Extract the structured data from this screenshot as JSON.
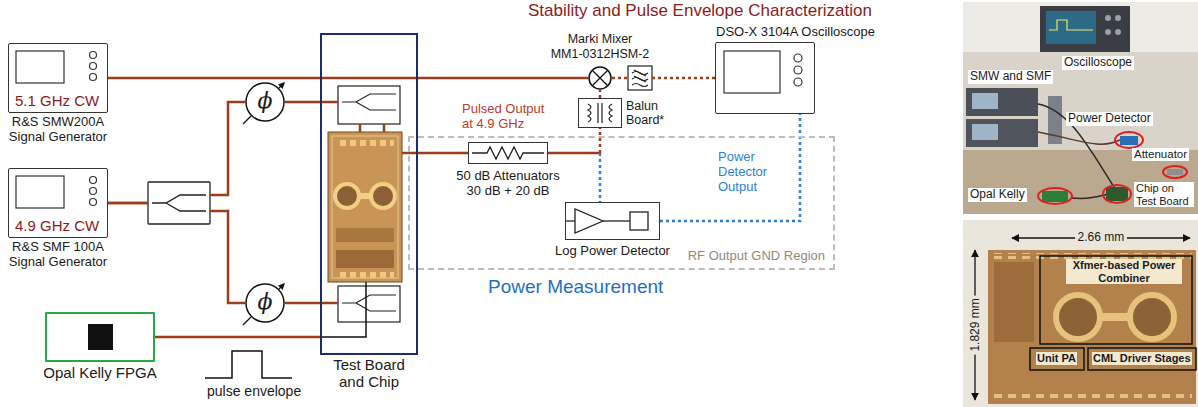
{
  "diagram": {
    "title": "Stability and Pulse Envelope Characterization",
    "nodes": [
      {
        "text": [
          "5.1 GHz CW",
          "R&S SMW200A Signal Generator"
        ]
      },
      {
        "text": [
          "4.9 GHz CW",
          "R&S SMF 100A Signal Generator"
        ]
      },
      {
        "text": [
          "ϕ"
        ]
      },
      {
        "text": [
          "ϕ"
        ]
      },
      {
        "text": [
          "Opal Kelly FPGA"
        ]
      },
      {
        "text": [
          "Test Board and Chip"
        ]
      },
      {
        "text": [
          "Marki Mixer",
          "MM1-0312HSM-2"
        ]
      },
      {
        "text": [
          "DSO-X 3104A Oscilloscope"
        ]
      },
      {
        "text": [
          "Balun Board*"
        ]
      },
      {
        "text": [
          "RF Output GND Region"
        ]
      },
      {
        "text": [
          "50 dB Attenuators 30 dB + 20 dB"
        ],
        "in": 9
      },
      {
        "text": [
          "Log Power Detector"
        ],
        "in": 9
      }
    ],
    "edges": [
      {
        "from": 0,
        "to": 6,
        "arrow": "none"
      },
      {
        "from": 1,
        "to": 2,
        "arrow": "none"
      },
      {
        "from": 1,
        "to": 3,
        "arrow": "none"
      },
      {
        "from": 2,
        "to": 5,
        "arrow": "none"
      },
      {
        "from": 3,
        "to": 5,
        "arrow": "none"
      },
      {
        "from": 4,
        "to": 5,
        "arrow": "none"
      },
      {
        "from": 5,
        "to": 10,
        "arrow": "none"
      },
      {
        "from": 10,
        "to": 8,
        "arrow": "none"
      },
      {
        "from": 10,
        "to": 11,
        "arrow": "none"
      },
      {
        "from": 8,
        "to": 6,
        "arrow": "none"
      },
      {
        "from": 6,
        "to": 7,
        "arrow": "none"
      },
      {
        "from": 11,
        "to": 7,
        "arrow": "none"
      }
    ],
    "labels": [
      "Pulsed Output at 4.9 GHz",
      "Power Detector Output",
      "Power Measurement",
      "pulse envelope",
      "SMW and SMF",
      "Oscilloscope",
      "Power Detector",
      "Attenuator",
      "Chip on Test Board",
      "Opal Kelly",
      "2.66 mm",
      "1.829 mm",
      "Xfmer-based Power Combiner",
      "Unit PA",
      "CML Driver Stages"
    ]
  }
}
